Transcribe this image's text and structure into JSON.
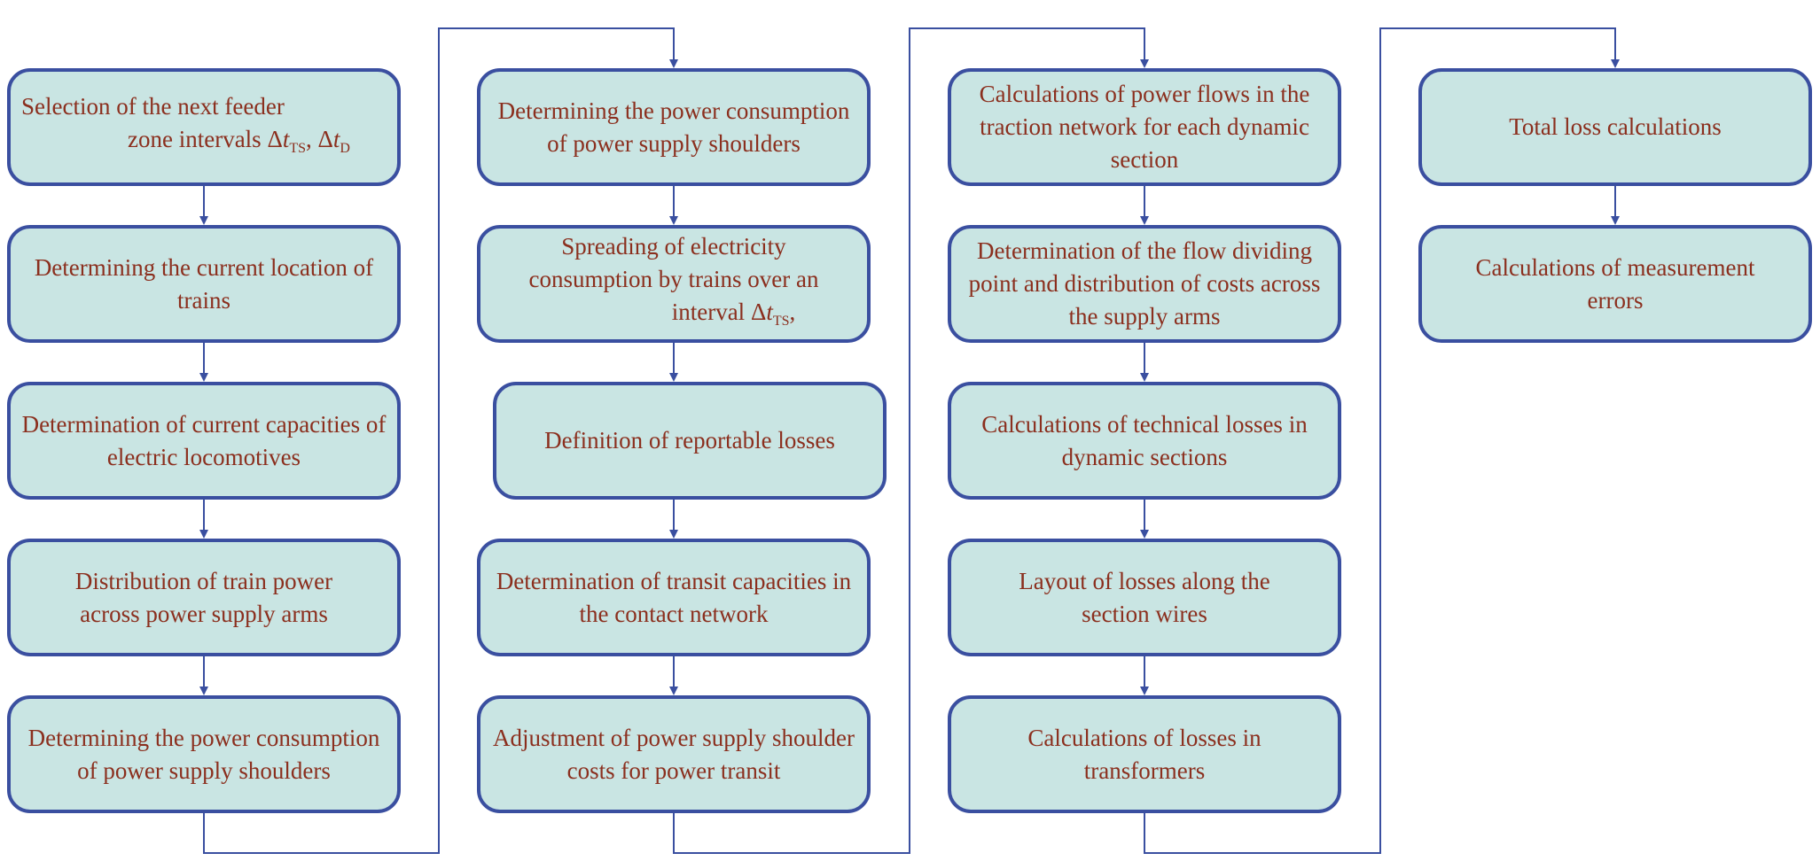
{
  "colors": {
    "box_fill": "#c9e5e3",
    "box_border": "#3a4fa0",
    "text": "#8b2f1e",
    "connector": "#3a4fa0"
  },
  "columns": [
    {
      "steps": [
        {
          "line1": "Selection of the next feeder",
          "line2_prefix": "zone intervals ",
          "delta1": "Δ",
          "t1": "t",
          "sub1": "TS",
          "sep": ",  ",
          "delta2": "Δ",
          "t2": "t",
          "sub2": "D"
        },
        {
          "text": "Determining the current location of trains"
        },
        {
          "text": "Determination of current capacities of electric locomotives"
        },
        {
          "text": "Distribution of train power across power supply arms"
        },
        {
          "text": "Determining the power consumption of power supply shoulders"
        }
      ]
    },
    {
      "steps": [
        {
          "text": "Determining the power consumption of power supply shoulders"
        },
        {
          "line1": "Spreading of electricity",
          "line2": "consumption by trains over an",
          "line3_prefix": "interval ",
          "delta": "Δ",
          "t": "t",
          "sub": "TS",
          "suffix": ","
        },
        {
          "text": "Definition of reportable losses"
        },
        {
          "text": "Determination of transit capacities in the contact network"
        },
        {
          "text": "Adjustment of power supply shoulder costs for power transit"
        }
      ]
    },
    {
      "steps": [
        {
          "text": "Calculations of power flows in the traction network for each dynamic section"
        },
        {
          "text": "Determination of the flow dividing point and distribution of costs across the supply arms"
        },
        {
          "text": "Calculations of technical losses in dynamic sections"
        },
        {
          "text": "Layout of losses along the section wires"
        },
        {
          "text": "Calculations of losses in transformers"
        }
      ]
    },
    {
      "steps": [
        {
          "text": "Total loss calculations"
        },
        {
          "text": "Calculations of measurement errors"
        }
      ]
    }
  ]
}
